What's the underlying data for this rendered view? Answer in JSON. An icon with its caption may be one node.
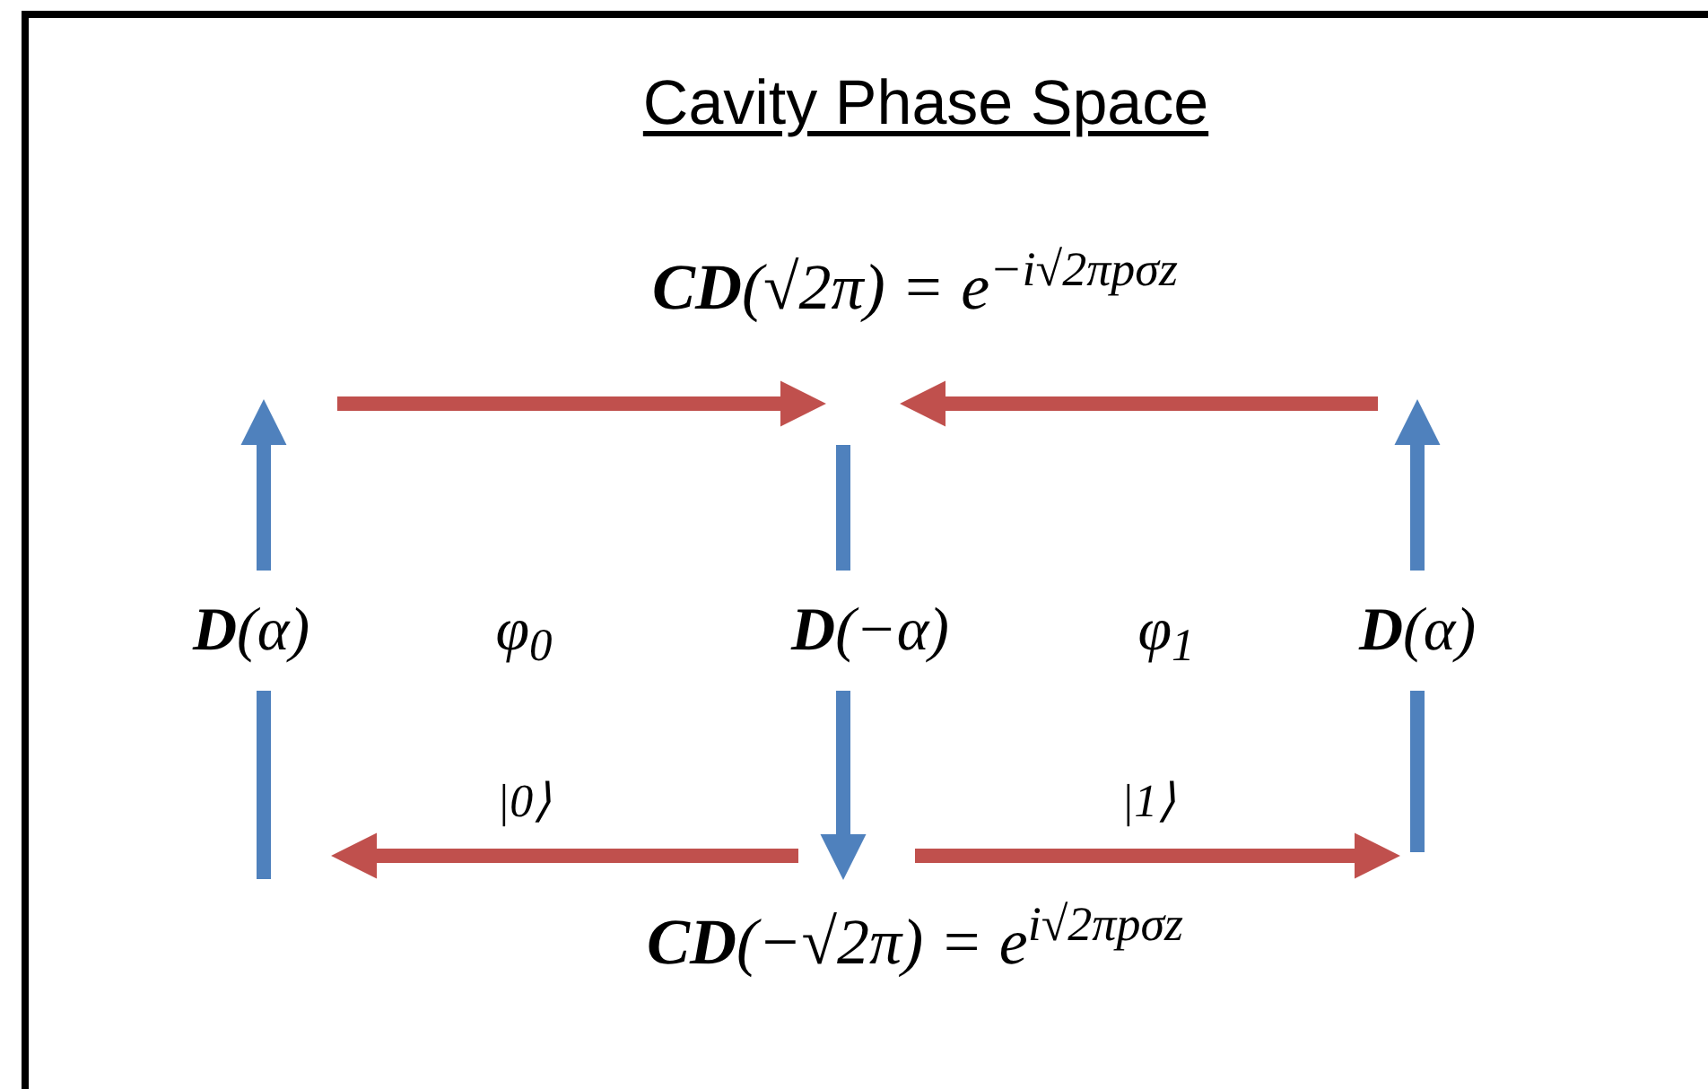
{
  "diagram": {
    "title": "Cavity Phase Space",
    "labels": [
      "**CD**(√2π) = e$^{−i√2πpσz}$",
      "**D**(α)",
      "φ$_{0}$",
      "**D**(−α)",
      "φ$_{1}$",
      "**D**(α)",
      "|0⟩",
      "|1⟩",
      "**CD**(−√2π) = e$^{i√2πpσz}$"
    ]
  }
}
